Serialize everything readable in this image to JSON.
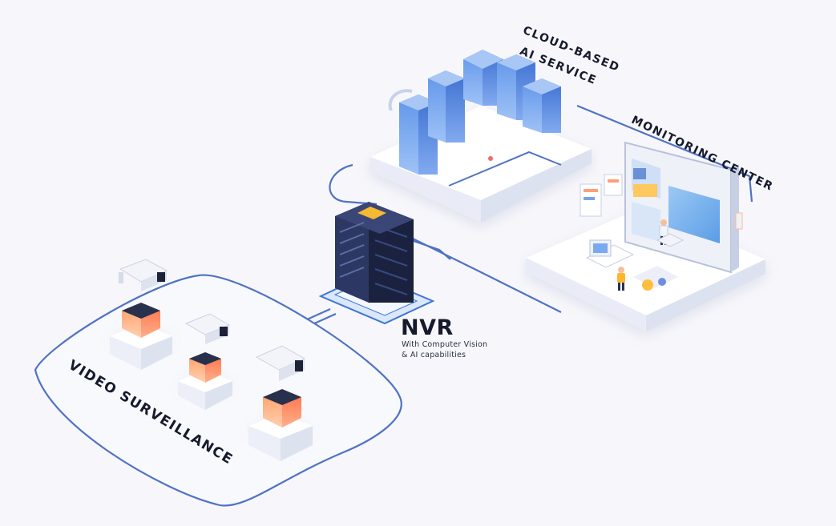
{
  "diagram": {
    "nodes": {
      "cloud": {
        "label_line1": "CLOUD-BASED",
        "label_line2": "AI SERVICE"
      },
      "monitoring": {
        "label": "MONITORING CENTER"
      },
      "nvr": {
        "label": "NVR",
        "subtitle_line1": "With Computer Vision",
        "subtitle_line2": "& AI capabilities"
      },
      "video": {
        "label": "VIDEO SURVEILLANCE"
      }
    },
    "edges": [
      {
        "from": "video",
        "to": "nvr"
      },
      {
        "from": "nvr",
        "to": "cloud"
      },
      {
        "from": "nvr",
        "to": "monitoring"
      },
      {
        "from": "cloud",
        "to": "monitoring"
      }
    ]
  },
  "colors": {
    "background": "#f7f7fb",
    "connector": "#4f72c4",
    "building": "#4b82e0",
    "server": "#1f2947",
    "server_glow": "#f6b933",
    "camera_cube": "#ff8a50"
  }
}
